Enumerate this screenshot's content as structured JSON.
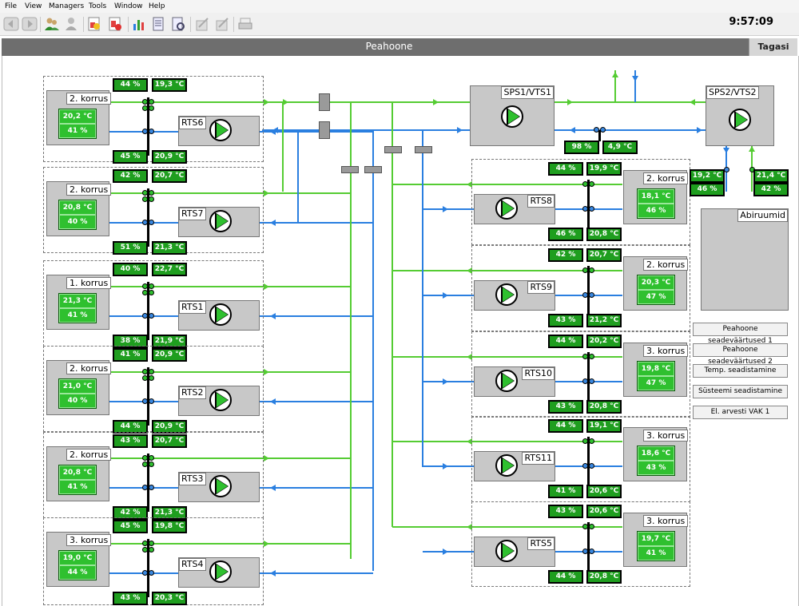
{
  "menu": [
    "File",
    "View",
    "Managers",
    "Tools",
    "Window",
    "Help"
  ],
  "clock": "9:57:09",
  "title": "Peahoone",
  "back_button": "Tagasi",
  "left_blocks": [
    {
      "floor": "2. korrus",
      "temp": "20,2 °C",
      "hum": "41 %",
      "rts": "RTS6",
      "top_pct": "44 %",
      "top_temp": "19,3 °C",
      "bot_pct": "45 %",
      "bot_temp": "20,9 °C"
    },
    {
      "floor": "2. korrus",
      "temp": "20,8 °C",
      "hum": "40 %",
      "rts": "RTS7",
      "top_pct": "42 %",
      "top_temp": "20,7 °C",
      "bot_pct": "51 %",
      "bot_temp": "21,3 °C"
    },
    {
      "floor": "1. korrus",
      "temp": "21,3 °C",
      "hum": "41 %",
      "rts": "RTS1",
      "top_pct": "40 %",
      "top_temp": "22,7 °C",
      "bot_pct": "38 %",
      "bot_temp": "21,9 °C"
    },
    {
      "floor": "2. korrus",
      "temp": "21,0 °C",
      "hum": "40 %",
      "rts": "RTS2",
      "top_pct": "41 %",
      "top_temp": "20,9 °C",
      "bot_pct": "44 %",
      "bot_temp": "20,9 °C"
    },
    {
      "floor": "2. korrus",
      "temp": "20,8 °C",
      "hum": "41 %",
      "rts": "RTS3",
      "top_pct": "43 %",
      "top_temp": "20,7 °C",
      "bot_pct": "42 %",
      "bot_temp": "21,3 °C"
    },
    {
      "floor": "3. korrus",
      "temp": "19,0 °C",
      "hum": "44 %",
      "rts": "RTS4",
      "top_pct": "45 %",
      "top_temp": "19,8 °C",
      "bot_pct": "43 %",
      "bot_temp": "20,3 °C"
    }
  ],
  "right_blocks": [
    {
      "floor": "2. korrus",
      "temp": "18,1 °C",
      "hum": "46 %",
      "rts": "RTS8",
      "top_pct": "44 %",
      "top_temp": "19,9 °C",
      "bot_pct": "46 %",
      "bot_temp": "20,8 °C"
    },
    {
      "floor": "2. korrus",
      "temp": "20,3 °C",
      "hum": "47 %",
      "rts": "RTS9",
      "top_pct": "42 %",
      "top_temp": "20,7 °C",
      "bot_pct": "43 %",
      "bot_temp": "21,2 °C"
    },
    {
      "floor": "3. korrus",
      "temp": "19,8 °C",
      "hum": "47 %",
      "rts": "RTS10",
      "top_pct": "44 %",
      "top_temp": "20,2 °C",
      "bot_pct": "43 %",
      "bot_temp": "20,8 °C"
    },
    {
      "floor": "3. korrus",
      "temp": "18,6 °C",
      "hum": "43 %",
      "rts": "RTS11",
      "top_pct": "44 %",
      "top_temp": "19,1 °C",
      "bot_pct": "41 %",
      "bot_temp": "20,6 °C"
    },
    {
      "floor": "3. korrus",
      "temp": "19,7 °C",
      "hum": "41 %",
      "rts": "RTS5",
      "top_pct": "43 %",
      "top_temp": "20,6 °C",
      "bot_pct": "44 %",
      "bot_temp": "20,8 °C"
    }
  ],
  "sps1": {
    "label": "SPS1/VTS1",
    "pct": "98 %",
    "temp": "4,9 °C"
  },
  "sps2": {
    "label": "SPS2/VTS2",
    "left_temp": "19,2 °C",
    "left_pct": "46 %",
    "right_temp": "21,4 °C",
    "right_pct": "42 %"
  },
  "abiruumid": "Abiruumid",
  "side_buttons": [
    "Peahoone seadeväärtused 1",
    "Peahoone seadeväärtused 2",
    "Temp. seadistamine",
    "Süsteemi seadistamine",
    "El. arvesti VAK 1"
  ],
  "colors": {
    "supply": "#55cc33",
    "return": "#2a7fe0",
    "badge": "#1f9e1f"
  },
  "toolbar_icons": [
    "back-icon",
    "forward-icon",
    "users-icon",
    "user-icon",
    "report-icon",
    "alarm-report-icon",
    "chart-icon",
    "document-icon",
    "print-preview-icon",
    "edit-icon",
    "edit-alt-icon",
    "print-icon"
  ]
}
